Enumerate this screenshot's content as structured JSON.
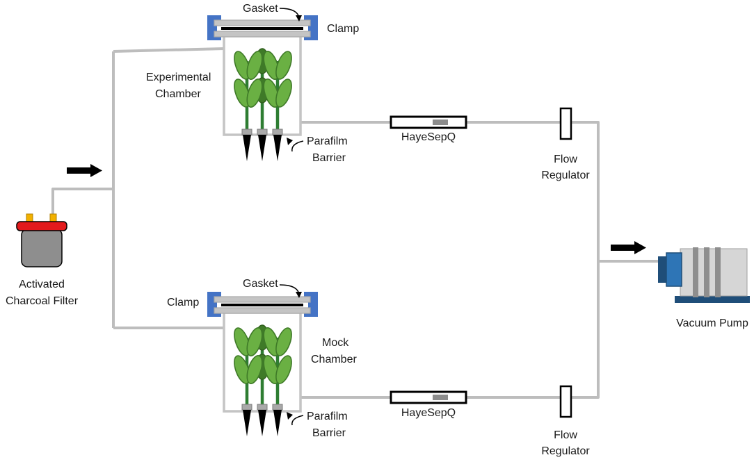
{
  "labels": {
    "gasket_top": "Gasket",
    "clamp_top": "Clamp",
    "experimental_line1": "Experimental",
    "experimental_line2": "Chamber",
    "parafilm_top_line1": "Parafilm",
    "parafilm_top_line2": "Barrier",
    "hayesepq_top": "HayeSepQ",
    "flow_reg_top_line1": "Flow",
    "flow_reg_top_line2": "Regulator",
    "filter_line1": "Activated",
    "filter_line2": "Charcoal Filter",
    "vacuum_pump": "Vacuum Pump",
    "gasket_bottom": "Gasket",
    "clamp_bottom": "Clamp",
    "mock_line1": "Mock",
    "mock_line2": "Chamber",
    "parafilm_bottom_line1": "Parafilm",
    "parafilm_bottom_line2": "Barrier",
    "hayesepq_bottom": "HayeSepQ",
    "flow_reg_bottom_line1": "Flow",
    "flow_reg_bottom_line2": "Regulator"
  },
  "colors": {
    "pipe": "#bdbdbd",
    "clamp": "#4473c5",
    "filter_cap": "#e31a1c",
    "filter_ports": "#f2b100",
    "filter_body": "#8e8e8e",
    "pump_blue": "#1f4e79",
    "pump_base": "#1f4e79",
    "pump_body": "#d6d6d6",
    "plant_leaf": "#6ab043",
    "plant_stem": "#2e7d32"
  },
  "icons": {
    "flow_arrow_left": "right-arrow-icon",
    "flow_arrow_right": "right-arrow-icon",
    "filter": "charcoal-filter-icon",
    "pump": "vacuum-pump-icon",
    "plants": "soybean-plant-icon"
  }
}
